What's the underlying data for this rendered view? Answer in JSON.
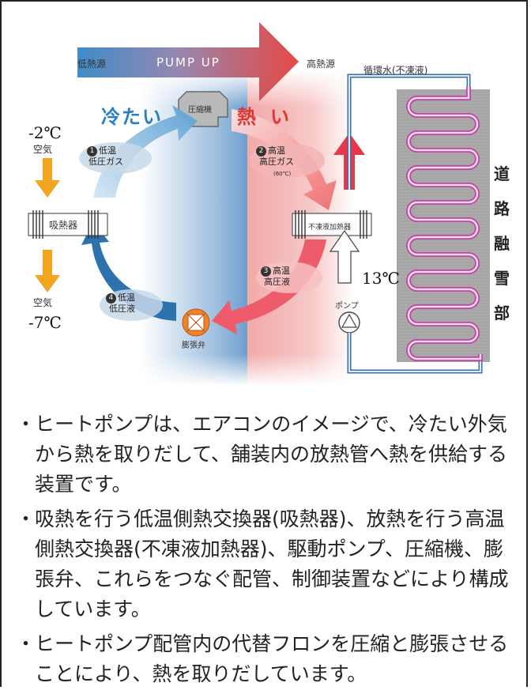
{
  "diagram": {
    "low_heat_source": "低熱源",
    "pump_up": "PUMP UP",
    "high_heat_source": "高熱源",
    "cold_label": "冷たい",
    "hot_label": "熱い",
    "compressor": "圧縮機",
    "circulating_water": "循環水(不凍液)",
    "air_in_temp": "-2℃",
    "air_in_label": "空気",
    "air_out_label": "空気",
    "air_out_temp": "-7℃",
    "absorber": "吸熱器",
    "antifreeze_heater": "不凍液加熱器",
    "pump": "ポンプ",
    "expansion_valve": "膨張弁",
    "water_temp": "13℃",
    "road_snow_melting": [
      "道",
      "路",
      "融",
      "雪",
      "部"
    ],
    "steps": [
      {
        "num": "1",
        "lines": [
          "低温",
          "低圧ガス"
        ]
      },
      {
        "num": "2",
        "lines": [
          "高温",
          "高圧ガス"
        ],
        "note": "(60℃)"
      },
      {
        "num": "3",
        "lines": [
          "高温",
          "高圧液"
        ]
      },
      {
        "num": "4",
        "lines": [
          "低温",
          "低圧液"
        ]
      }
    ]
  },
  "description": [
    "ヒートポンプは、エアコンのイメージで、冷たい外気から熱を取りだして、舗装内の放熱管へ熱を供給する装置です。",
    "吸熱を行う低温側熱交換器(吸熱器)、放熱を行う高温側熱交換器(不凍液加熱器)、駆動ポンプ、圧縮機、膨張弁、これらをつなぐ配管、制御装置などにより構成しています。",
    "ヒートポンプ配管内の代替フロンを圧縮と膨張させることにより、熱を取りだしています。"
  ],
  "colors": {
    "cold": "#2a7fc2",
    "hot": "#e2352f",
    "orange_arrow": "#f2a51f",
    "coil": "#d88ac8"
  }
}
